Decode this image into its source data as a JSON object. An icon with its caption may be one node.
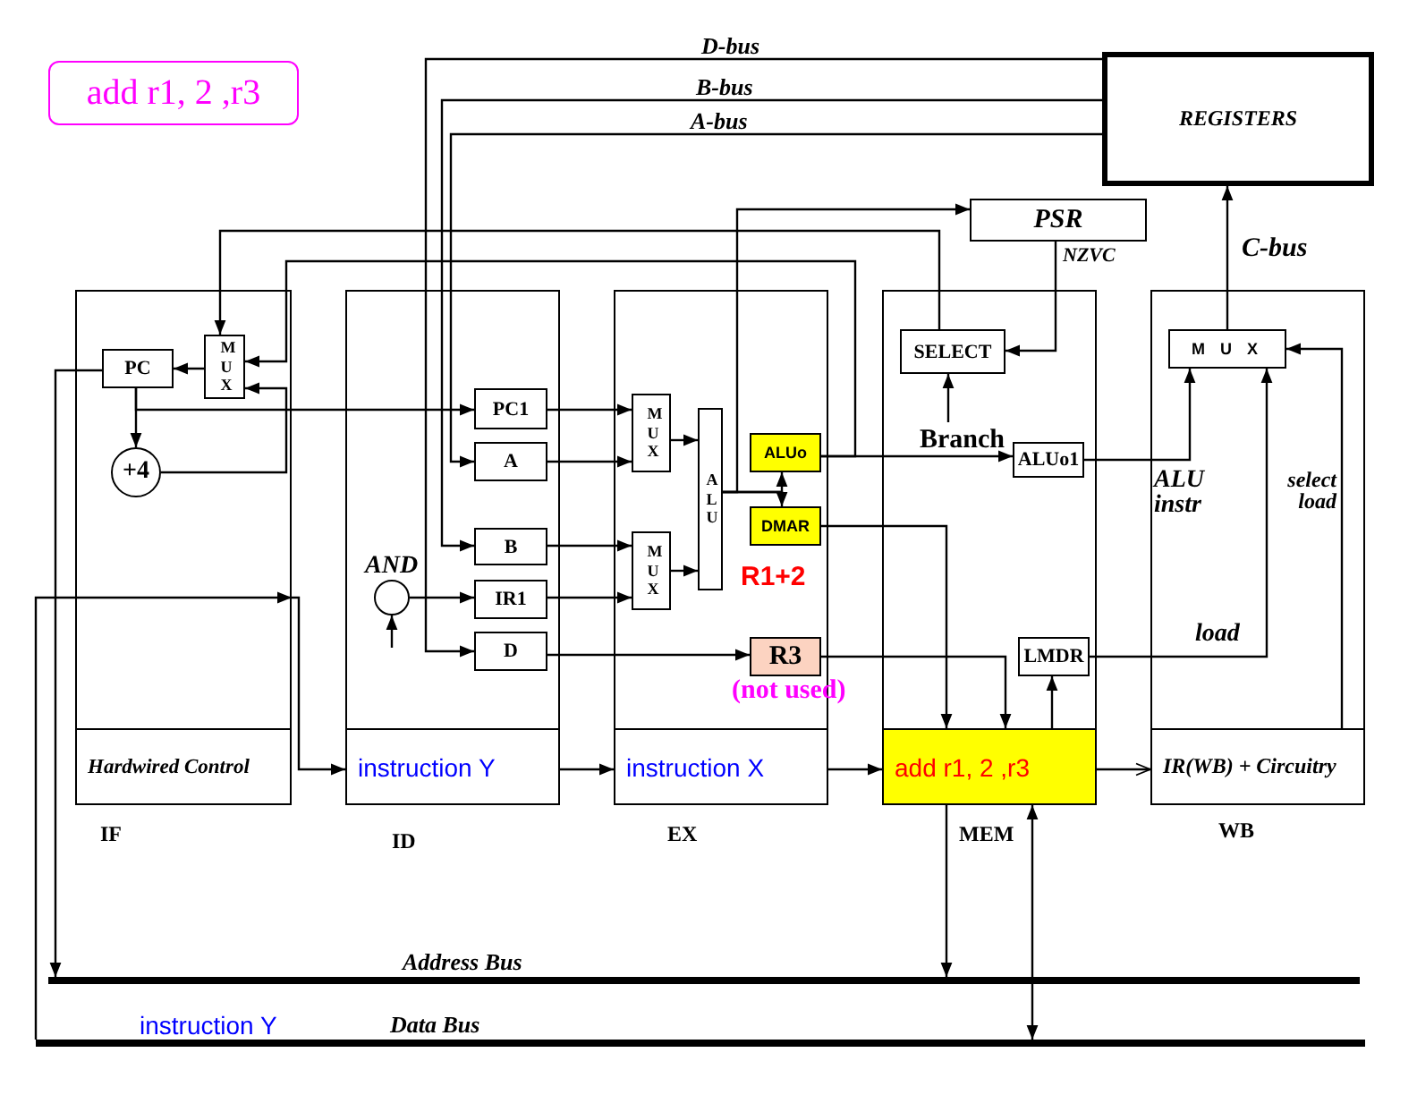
{
  "diagram": {
    "nodes": [
      {
        "text": [
          "add r1, 2 ,r3"
        ]
      },
      {
        "text": [
          "REGISTERS"
        ]
      },
      {
        "text": [
          "PSR"
        ]
      },
      {
        "text": [],
        "shape": "box",
        "beside": [
          "IF"
        ]
      },
      {
        "text": [
          "PC"
        ],
        "in": 3
      },
      {
        "text": [
          "M U X"
        ],
        "in": 3
      },
      {
        "text": [
          "+4"
        ],
        "in": 3
      },
      {
        "text": [
          "Hardwired Control"
        ],
        "in": 3
      },
      {
        "text": [],
        "shape": "box",
        "beside": [
          "ID"
        ]
      },
      {
        "text": [
          "PC1"
        ],
        "in": 8
      },
      {
        "text": [
          "A"
        ],
        "in": 8
      },
      {
        "text": [
          "B"
        ],
        "in": 8
      },
      {
        "text": [
          "AND"
        ],
        "in": 8
      },
      {
        "text": [
          "IR1"
        ],
        "in": 8
      },
      {
        "text": [
          "D"
        ],
        "in": 8
      },
      {
        "text": [
          "instruction Y"
        ],
        "in": 8
      },
      {
        "text": [],
        "shape": "box",
        "beside": [
          "EX"
        ]
      },
      {
        "text": [
          "M U X"
        ],
        "in": 16
      },
      {
        "text": [
          "M U X"
        ],
        "in": 16
      },
      {
        "text": [
          "A L U"
        ],
        "in": 16
      },
      {
        "text": [
          "ALUo"
        ],
        "in": 16
      },
      {
        "text": [
          "DMAR"
        ],
        "in": 16,
        "beside": [
          "R1+2"
        ]
      },
      {
        "text": [
          "R3"
        ],
        "in": 16,
        "beside": [
          "(not used)"
        ]
      },
      {
        "text": [
          "instruction X"
        ],
        "in": 16
      },
      {
        "text": [],
        "shape": "box",
        "beside": [
          "MEM"
        ]
      },
      {
        "text": [
          "SELECT"
        ],
        "in": 24
      },
      {
        "text": [
          "ALUo1"
        ],
        "in": 24
      },
      {
        "text": [
          "LMDR"
        ],
        "in": 24
      },
      {
        "text": [
          "add r1, 2 ,r3"
        ],
        "in": 24
      },
      {
        "text": [],
        "shape": "box",
        "beside": [
          "WB"
        ]
      },
      {
        "text": [
          "M U X"
        ],
        "in": 29
      },
      {
        "text": [
          "IR(WB) + Circuitry"
        ],
        "in": 29
      },
      {
        "text": [
          "Address Bus"
        ]
      },
      {
        "text": [
          "Data Bus"
        ]
      }
    ],
    "edges": [
      {
        "from": 1,
        "to": 14,
        "arrow": "to",
        "label": "D-bus"
      },
      {
        "from": 1,
        "to": 11,
        "arrow": "to",
        "label": "B-bus"
      },
      {
        "from": 1,
        "to": 10,
        "arrow": "to",
        "label": "A-bus"
      },
      {
        "from": 25,
        "to": 5,
        "arrow": "to"
      },
      {
        "from": 20,
        "to": 5,
        "arrow": "to"
      },
      {
        "from": 19,
        "to": 2,
        "arrow": "to"
      },
      {
        "from": 19,
        "to": 20,
        "arrow": "to"
      },
      {
        "from": 19,
        "to": 21,
        "arrow": "to"
      },
      {
        "from": 2,
        "to": 25,
        "arrow": "to",
        "label": "NZVC"
      },
      {
        "from": null,
        "to": 25,
        "arrow": "to",
        "label": "Branch"
      },
      {
        "from": 5,
        "to": 4,
        "arrow": "to"
      },
      {
        "from": 4,
        "to": 6,
        "arrow": "to"
      },
      {
        "from": 6,
        "to": 5,
        "arrow": "to"
      },
      {
        "from": 4,
        "to": 9,
        "arrow": "to"
      },
      {
        "from": 4,
        "to": 32,
        "arrow": "to"
      },
      {
        "from": 33,
        "to": 3,
        "arrow": "to"
      },
      {
        "from": 3,
        "to": 15,
        "arrow": "to"
      },
      {
        "from": 15,
        "to": 23,
        "arrow": "to"
      },
      {
        "from": 23,
        "to": 28,
        "arrow": "to"
      },
      {
        "from": 28,
        "to": 31,
        "arrow": "to"
      },
      {
        "from": null,
        "to": 12,
        "arrow": "to"
      },
      {
        "from": 12,
        "to": 13,
        "arrow": "to"
      },
      {
        "from": 9,
        "to": 17,
        "arrow": "to"
      },
      {
        "from": 10,
        "to": 17,
        "arrow": "to"
      },
      {
        "from": 11,
        "to": 18,
        "arrow": "to"
      },
      {
        "from": 13,
        "to": 18,
        "arrow": "to"
      },
      {
        "from": 14,
        "to": 22,
        "arrow": "to"
      },
      {
        "from": 17,
        "to": 19,
        "arrow": "to"
      },
      {
        "from": 18,
        "to": 19,
        "arrow": "to"
      },
      {
        "from": 20,
        "to": 26,
        "arrow": "to"
      },
      {
        "from": 21,
        "to": 28,
        "arrow": "to"
      },
      {
        "from": 28,
        "to": 32,
        "arrow": "to"
      },
      {
        "from": 22,
        "to": 28,
        "arrow": "to"
      },
      {
        "from": 28,
        "to": 33,
        "arrow": "both"
      },
      {
        "from": 28,
        "to": 27,
        "arrow": "to"
      },
      {
        "from": 26,
        "to": 30,
        "arrow": "to",
        "label": "ALU instr"
      },
      {
        "from": 27,
        "to": 30,
        "arrow": "to",
        "label": "load"
      },
      {
        "from": 31,
        "to": 30,
        "arrow": "to",
        "label": "select load"
      },
      {
        "from": 30,
        "to": 1,
        "arrow": "to",
        "label": "C-bus"
      }
    ],
    "labels": [
      "instruction Y"
    ]
  }
}
